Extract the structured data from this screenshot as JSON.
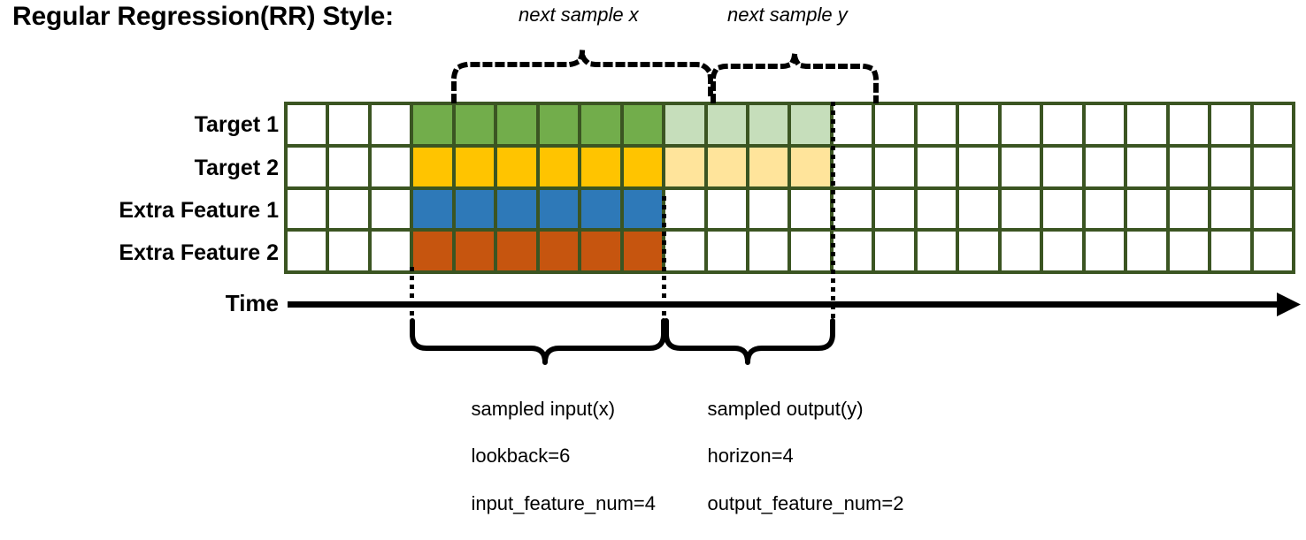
{
  "title": "Regular Regression(RR) Style:",
  "rows": [
    {
      "label": "Target 1"
    },
    {
      "label": "Target 2"
    },
    {
      "label": "Extra Feature 1"
    },
    {
      "label": "Extra Feature 2"
    }
  ],
  "axis": {
    "label": "Time"
  },
  "grid": {
    "columns": 24,
    "row_patterns": [
      [
        "w",
        "w",
        "w",
        "green",
        "green",
        "green",
        "green",
        "green",
        "green",
        "greenl",
        "greenl",
        "greenl",
        "greenl",
        "w",
        "w",
        "w",
        "w",
        "w",
        "w",
        "w",
        "w",
        "w",
        "w",
        "w"
      ],
      [
        "w",
        "w",
        "w",
        "amber",
        "amber",
        "amber",
        "amber",
        "amber",
        "amber",
        "amberl",
        "amberl",
        "amberl",
        "amberl",
        "w",
        "w",
        "w",
        "w",
        "w",
        "w",
        "w",
        "w",
        "w",
        "w",
        "w"
      ],
      [
        "w",
        "w",
        "w",
        "blue",
        "blue",
        "blue",
        "blue",
        "blue",
        "blue",
        "w",
        "w",
        "w",
        "w",
        "w",
        "w",
        "w",
        "w",
        "w",
        "w",
        "w",
        "w",
        "w",
        "w",
        "w"
      ],
      [
        "w",
        "w",
        "w",
        "orange",
        "orange",
        "orange",
        "orange",
        "orange",
        "orange",
        "w",
        "w",
        "w",
        "w",
        "w",
        "w",
        "w",
        "w",
        "w",
        "w",
        "w",
        "w",
        "w",
        "w",
        "w"
      ]
    ]
  },
  "top_annotations": [
    {
      "text": "next sample x"
    },
    {
      "text": "next sample y"
    }
  ],
  "bottom_annotations": [
    {
      "line1": "sampled input(x)",
      "line2": "lookback=6",
      "line3": "input_feature_num=4"
    },
    {
      "line1": "sampled output(y)",
      "line2": "horizon=4",
      "line3": "output_feature_num=2"
    }
  ],
  "colors": {
    "border": "#3b5522",
    "green": "#72ad4b",
    "green_light": "#c6debb",
    "amber": "#ffc400",
    "amber_light": "#ffe49b",
    "blue": "#2e79b8",
    "orange": "#c6550f",
    "ink": "#000000",
    "cell": "#ffffff"
  }
}
